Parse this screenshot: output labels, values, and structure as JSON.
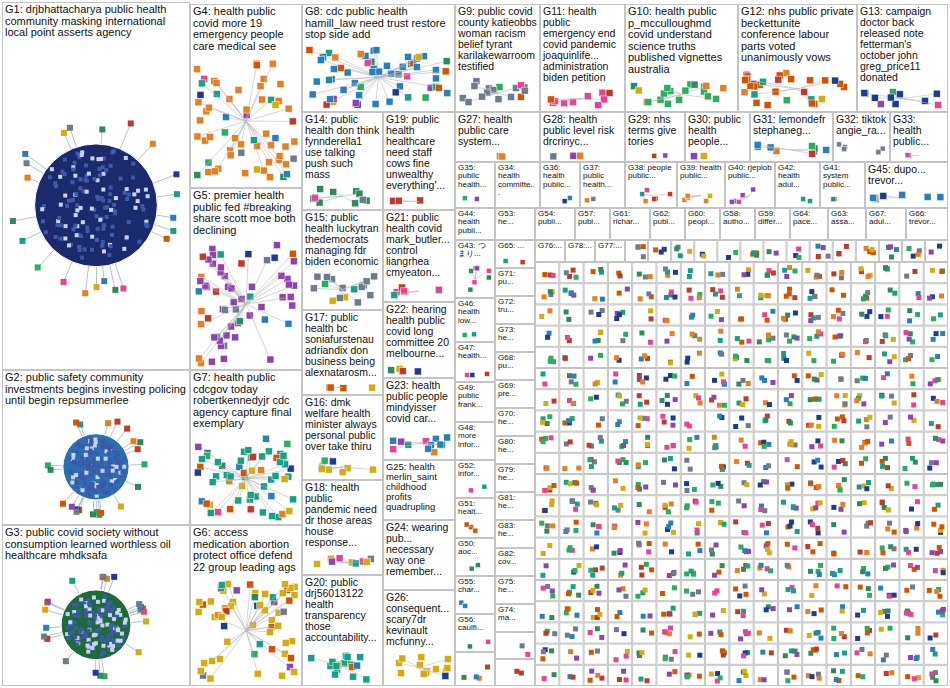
{
  "diagram": {
    "nodes": [
      {
        "text": [
          "G1: drjbhattacharya public health community masking international local point asserts agency"
        ]
      },
      {
        "text": [
          "G2: public safety community investments begins investing policing until begin repsummerlee"
        ]
      },
      {
        "text": [
          "G3: public covid society without consumption learned worthless oil healthcare mhdksafa"
        ]
      },
      {
        "text": [
          "G4: health public covid more 19 emergency people care medical see"
        ]
      },
      {
        "text": [
          "G5: premier health public fed #breaking share scott moe both declining"
        ]
      },
      {
        "text": [
          "G7: health public cdcgov today robertkennedyjr cdc agency capture final exemplary"
        ]
      },
      {
        "text": [
          "G6: access medication abortion protect office defend 22 group leading ags"
        ]
      },
      {
        "text": [
          "G8: cdc public health hamill_law need trust restore stop side add"
        ]
      },
      {
        "text": [
          "G9: public covid county katieobbs woman racism belief tyrant karilakewarroom testified"
        ]
      },
      {
        "text": [
          "G11: health public emergency end covid pandemic joaquinlife... administration biden petition"
        ]
      },
      {
        "text": [
          "G10: health public p_mcculloughmd covid understand science truths published vignettes australia"
        ]
      },
      {
        "text": [
          "G12: nhs public private beckettunite conference labour parts voted unanimously vows"
        ]
      },
      {
        "text": [
          "G13: campaign doctor back released note fetterman's october john greg_price11 donated"
        ]
      },
      {
        "text": [
          "G14: public health don think fynnderella1 use talking push such mass"
        ]
      },
      {
        "text": [
          "G19: public health healthcare need staff cows fine unwealthy everything'..."
        ]
      },
      {
        "text": [
          "G27: health public care system..."
        ]
      },
      {
        "text": [
          "G28: health public level risk drcrinyc..."
        ]
      },
      {
        "text": [
          "G29: nhs terms give tories"
        ]
      },
      {
        "text": [
          "G30: public health people..."
        ]
      },
      {
        "text": [
          "G31: lemondefr stephaneg..."
        ]
      },
      {
        "text": [
          "G32: tiktok angie_ra..."
        ]
      },
      {
        "text": [
          "G33: health public..."
        ]
      },
      {
        "text": [
          "G35: public health..."
        ]
      },
      {
        "text": [
          "G34: health committe..."
        ]
      },
      {
        "text": [
          "G36: health public..."
        ]
      },
      {
        "text": [
          "G37: public health..."
        ]
      },
      {
        "text": [
          "G38: people public..."
        ]
      },
      {
        "text": [
          "G39: health public..."
        ]
      },
      {
        "text": [
          "G40: rjepiob public..."
        ]
      },
      {
        "text": [
          "G42: health adul..."
        ]
      },
      {
        "text": [
          "G41: system public..."
        ]
      },
      {
        "text": [
          "G45: dupo... trevor..."
        ]
      },
      {
        "text": [
          "G15: public health luckytran thedemocrats managing fdr biden economic"
        ]
      },
      {
        "text": [
          "G21: public health covid mark_butler... control liangrhea cmyeaton..."
        ]
      },
      {
        "text": [
          "G44: health publi..."
        ]
      },
      {
        "text": [
          "G53: he..."
        ]
      },
      {
        "text": [
          "G54: publi..."
        ]
      },
      {
        "text": [
          "G57: publ..."
        ]
      },
      {
        "text": [
          "G61: richar..."
        ]
      },
      {
        "text": [
          "G62: publ..."
        ]
      },
      {
        "text": [
          "G60: peopl..."
        ]
      },
      {
        "text": [
          "G58: autho..."
        ]
      },
      {
        "text": [
          "G59: differ..."
        ]
      },
      {
        "text": [
          "G64: pace..."
        ]
      },
      {
        "text": [
          "G63: assa..."
        ]
      },
      {
        "text": [
          "G67: adul..."
        ]
      },
      {
        "text": [
          "G66: trevor..."
        ]
      },
      {
        "text": [
          "G17: public health bc soniafurstenau adriandix don business being alexnatarosm..."
        ]
      },
      {
        "text": [
          "G22: hearing health public covid long committee 20 melbourne..."
        ]
      },
      {
        "text": [
          "G43: つまり..."
        ]
      },
      {
        "text": [
          "G65: ..."
        ]
      },
      {
        "text": [
          "G76:..."
        ]
      },
      {
        "text": [
          "G78:..."
        ]
      },
      {
        "text": [
          "G77:..."
        ]
      },
      {
        "text": [
          "G16: dmk welfare health minister always personal public over take thiru"
        ]
      },
      {
        "text": [
          "G23: health public people mindyisser covid car..."
        ]
      },
      {
        "text": [
          "G71: pu..."
        ]
      },
      {
        "text": [
          "G72: tru..."
        ]
      },
      {
        "text": [
          "G46: health low..."
        ]
      },
      {
        "text": [
          "G73: he..."
        ]
      },
      {
        "text": [
          "G47: health..."
        ]
      },
      {
        "text": [
          "G68: pu..."
        ]
      },
      {
        "text": [
          "G69: pre..."
        ]
      },
      {
        "text": [
          "G49: public frank..."
        ]
      },
      {
        "text": [
          "G70: he..."
        ]
      },
      {
        "text": [
          "G48: more infor..."
        ]
      },
      {
        "text": [
          "G18: health public pandemic need dr those areas house response..."
        ]
      },
      {
        "text": [
          "G25: health merlin_saint childhood profits quadrupling"
        ]
      },
      {
        "text": [
          "G80: he..."
        ]
      },
      {
        "text": [
          "G52: infor..."
        ]
      },
      {
        "text": [
          "G79: he..."
        ]
      },
      {
        "text": [
          "G51: healt..."
        ]
      },
      {
        "text": [
          "G81: he..."
        ]
      },
      {
        "text": [
          "G24: wearing pub... necessary way one remember..."
        ]
      },
      {
        "text": [
          "G83: he..."
        ]
      },
      {
        "text": [
          "G50: aoc..."
        ]
      },
      {
        "text": [
          "G82: cov..."
        ]
      },
      {
        "text": [
          "G20: public drj56013122 health transparency those accountability..."
        ]
      },
      {
        "text": [
          "G26: consequent... scary7dr kevinault mcfunny..."
        ]
      },
      {
        "text": [
          "G55: char..."
        ]
      },
      {
        "text": [
          "G75: he..."
        ]
      },
      {
        "text": [
          "G56: caulfi..."
        ]
      },
      {
        "text": [
          "G74: ma..."
        ]
      }
    ]
  }
}
